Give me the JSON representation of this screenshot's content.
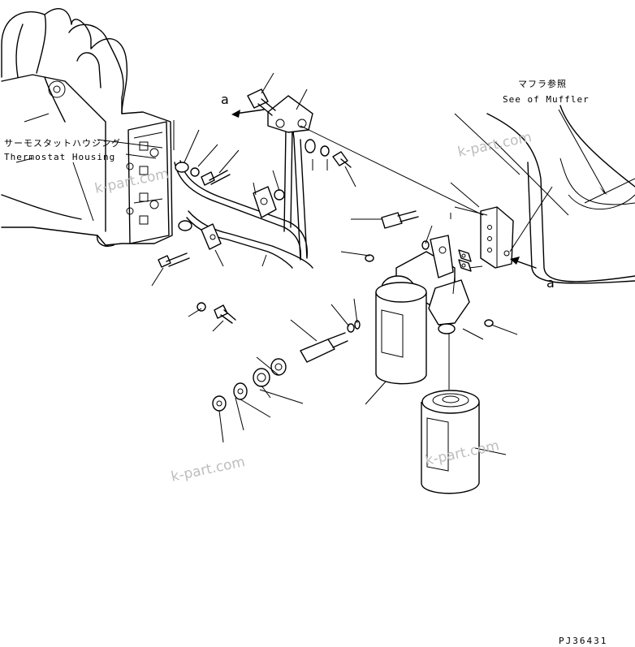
{
  "labels": {
    "thermostat_jp": "サーモスタットハウジング",
    "thermostat_en": "Thermostat Housing",
    "muffler_jp": "マフラ参照",
    "muffler_en": "See of Muffler",
    "ref_a_top": "a",
    "ref_a_right": "a"
  },
  "watermarks": [
    "k-part.com",
    "k-part.com",
    "k-part.com",
    "k-part.com"
  ],
  "drawing_code": "PJ36431"
}
